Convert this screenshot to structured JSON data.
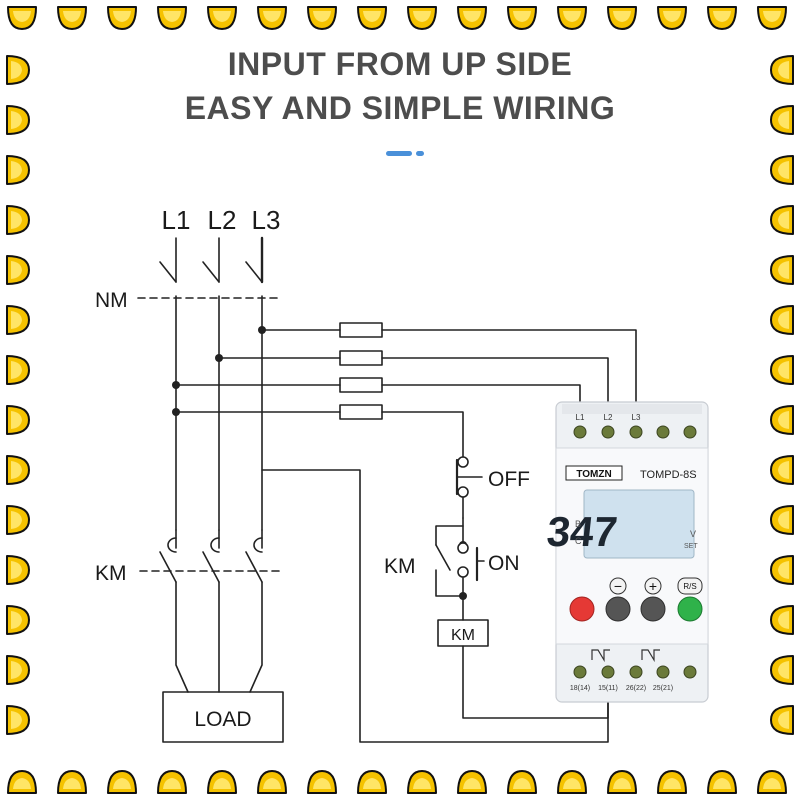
{
  "title": {
    "line1": "INPUT FROM UP SIDE",
    "line2": "EASY AND SIMPLE WIRING"
  },
  "colors": {
    "border_fill": "#f5c200",
    "border_highlight": "#ffe566",
    "border_outline": "#111111",
    "heading": "#4d4d4d",
    "accent": "#4a90d9",
    "lcd": "#cfe1ee",
    "button_red": "#e53935",
    "button_gray": "#555555",
    "button_green": "#2fb24a"
  },
  "diagram": {
    "phases": [
      "L1",
      "L2",
      "L3"
    ],
    "breaker_label": "NM",
    "contactor_label": "KM",
    "load_label": "LOAD",
    "off_button_label": "OFF",
    "on_button_label": "ON",
    "aux_contact_label": "KM",
    "coil_label": "KM"
  },
  "device": {
    "brand": "TOMZN",
    "model": "TOMPD-8S",
    "top_terminals": [
      "L1",
      "L2",
      "L3"
    ],
    "display_value": "347",
    "left_indicators": [
      "B",
      "C"
    ],
    "right_indicators": [
      "V",
      "SET"
    ],
    "buttons": [
      {
        "name": "red",
        "label": ""
      },
      {
        "name": "minus",
        "label": "−"
      },
      {
        "name": "plus",
        "label": "+"
      },
      {
        "name": "rs",
        "label": "R/S"
      }
    ],
    "bottom_terminals": [
      "18(14)",
      "15(11)",
      "26(22)",
      "25(21)"
    ]
  }
}
